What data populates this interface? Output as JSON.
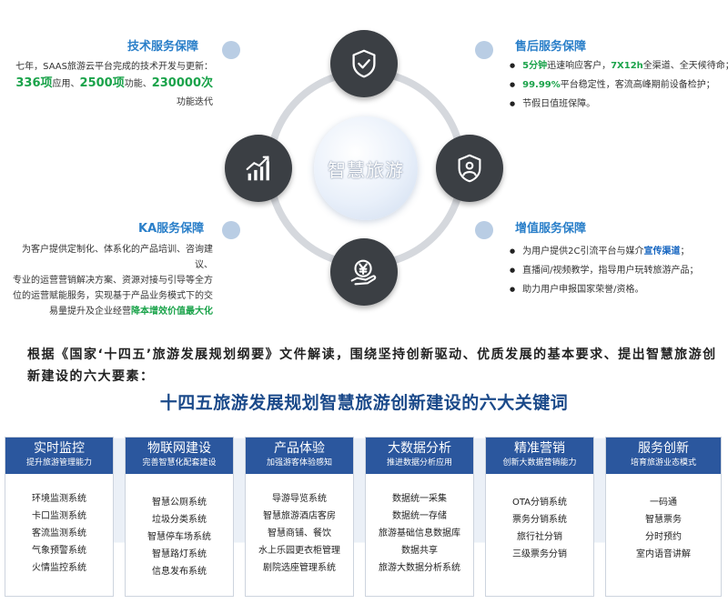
{
  "diagram": {
    "center_label": "智慧旅游",
    "icons": {
      "top": "shield-check-icon",
      "left": "growth-chart-icon",
      "right": "shield-person-icon",
      "bottom": "yuan-coin-hand-icon"
    }
  },
  "tech_support": {
    "title": "技术服务保障",
    "line1": "七年，SAAS旅游云平台完成的技术开发与更新：",
    "n1": "336项",
    "t1": "应用、",
    "n2": "2500项",
    "t2": "功能、",
    "n3": "230000次",
    "t3": "功能迭代"
  },
  "after_sales": {
    "title": "售后服务保障",
    "item1_a": "5分钟",
    "item1_b": "迅速响应客户，",
    "item1_c": "7X12h",
    "item1_d": "全渠道、全天候待命；",
    "item2_a": "99.99%",
    "item2_b": "平台稳定性，客流高峰期前设备检护；",
    "item3": "节假日值班保障。"
  },
  "ka_support": {
    "title": "KA服务保障",
    "line1": "为客户提供定制化、体系化的产品培训、咨询建议、",
    "line2": "专业的运营营销解决方案、资源对接与引导等全方",
    "line3": "位的运营赋能服务，实现基于产品业务模式下的交",
    "line4_a": "易量提升及企业经营",
    "line4_b": "降本增效价值最大化"
  },
  "value_added": {
    "title": "增值服务保障",
    "item1_a": "为用户提供2C引流平台与媒介",
    "item1_b": "宣传渠道",
    "item1_c": "；",
    "item2": "直播间/视频教学，指导用户玩转旅游产品；",
    "item3": "助力用户申报国家荣誉/资格。"
  },
  "intro": "根据《国家‘十四五’旅游发展规划纲要》文件解读，围绕坚持创新驱动、优质发展的基本要求、提出智慧旅游创新建设的六大要素：",
  "headline": "十四五旅游发展规划智慧旅游创新建设的六大关键词",
  "columns": [
    {
      "title": "实时监控",
      "subtitle": "提升旅游管理能力",
      "items": [
        "环境监测系统",
        "卡口监测系统",
        "客流监测系统",
        "气象预警系统",
        "火情监控系统"
      ]
    },
    {
      "title": "物联网建设",
      "subtitle": "完善智慧化配套建设",
      "items": [
        "智慧公厕系统",
        "垃圾分类系统",
        "智慧停车场系统",
        "智慧路灯系统",
        "信息发布系统"
      ]
    },
    {
      "title": "产品体验",
      "subtitle": "加强游客体验感知",
      "items": [
        "导游导览系统",
        "智慧旅游酒店客房",
        "智慧商铺、餐饮",
        "水上乐园更衣柜管理",
        "剧院选座管理系统"
      ]
    },
    {
      "title": "大数据分析",
      "subtitle": "推进数据分析应用",
      "items": [
        "数据统一采集",
        "数据统一存储",
        "旅游基础信息数据库",
        "数据共享",
        "旅游大数据分析系统"
      ]
    },
    {
      "title": "精准营销",
      "subtitle": "创新大数据营销能力",
      "items": [
        "OTA分销系统",
        "票务分销系统",
        "旅行社分销",
        "三级票务分销"
      ]
    },
    {
      "title": "服务创新",
      "subtitle": "培育旅游业态模式",
      "items": [
        "一码通",
        "智慧票务",
        "分时预约",
        "室内语音讲解"
      ]
    }
  ],
  "colors": {
    "accent_blue": "#2a7fc9",
    "column_header": "#2b579e",
    "headline": "#1b4a8a",
    "highlight_green": "#1aa34a",
    "node_dark": "#3b3f44"
  }
}
